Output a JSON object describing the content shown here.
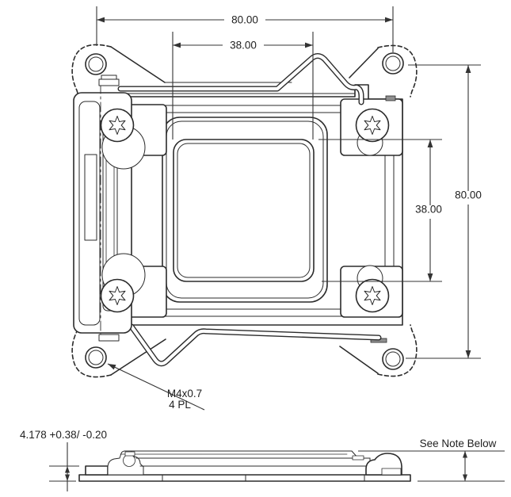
{
  "drawing": {
    "colors": {
      "line": "#2b2b2b",
      "dim": "#333333",
      "text": "#1f1f1f",
      "background": "#ffffff",
      "tab-fill": "#8f8f8f"
    },
    "top_view": {
      "dim_outer_width": "80.00",
      "dim_inner_width": "38.00",
      "dim_outer_height": "80.00",
      "dim_inner_height": "38.00",
      "thread_callout": {
        "line1": "M4x0.7",
        "line2": "4 PL"
      }
    },
    "side_view": {
      "height_dim": "4.178 +0.38/ -0.20",
      "note": "See Note Below"
    }
  }
}
